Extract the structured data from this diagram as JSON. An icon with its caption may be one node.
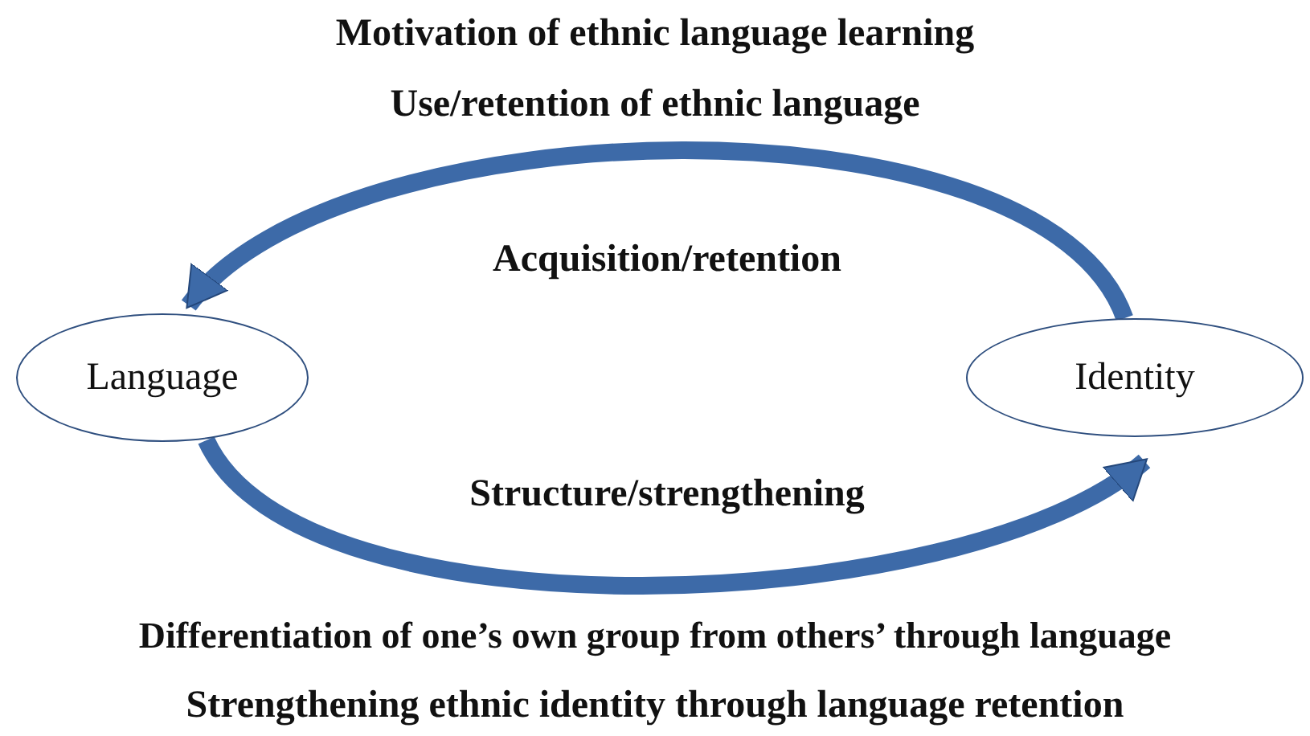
{
  "diagram": {
    "nodes": [
      {
        "text": [
          "Language"
        ]
      },
      {
        "text": [
          "Identity"
        ]
      }
    ],
    "edges": [
      {
        "from": 1,
        "to": 0,
        "arrow": "to",
        "label": "Acquisition/retention"
      },
      {
        "from": 0,
        "to": 1,
        "arrow": "to",
        "label": "Structure/strengthening"
      }
    ],
    "labels": [
      "Motivation of ethnic language learning",
      "Use/retention of ethnic language",
      "Differentiation of one’s own group from others’ through language",
      "Strengthening ethnic identity through language retention"
    ]
  }
}
